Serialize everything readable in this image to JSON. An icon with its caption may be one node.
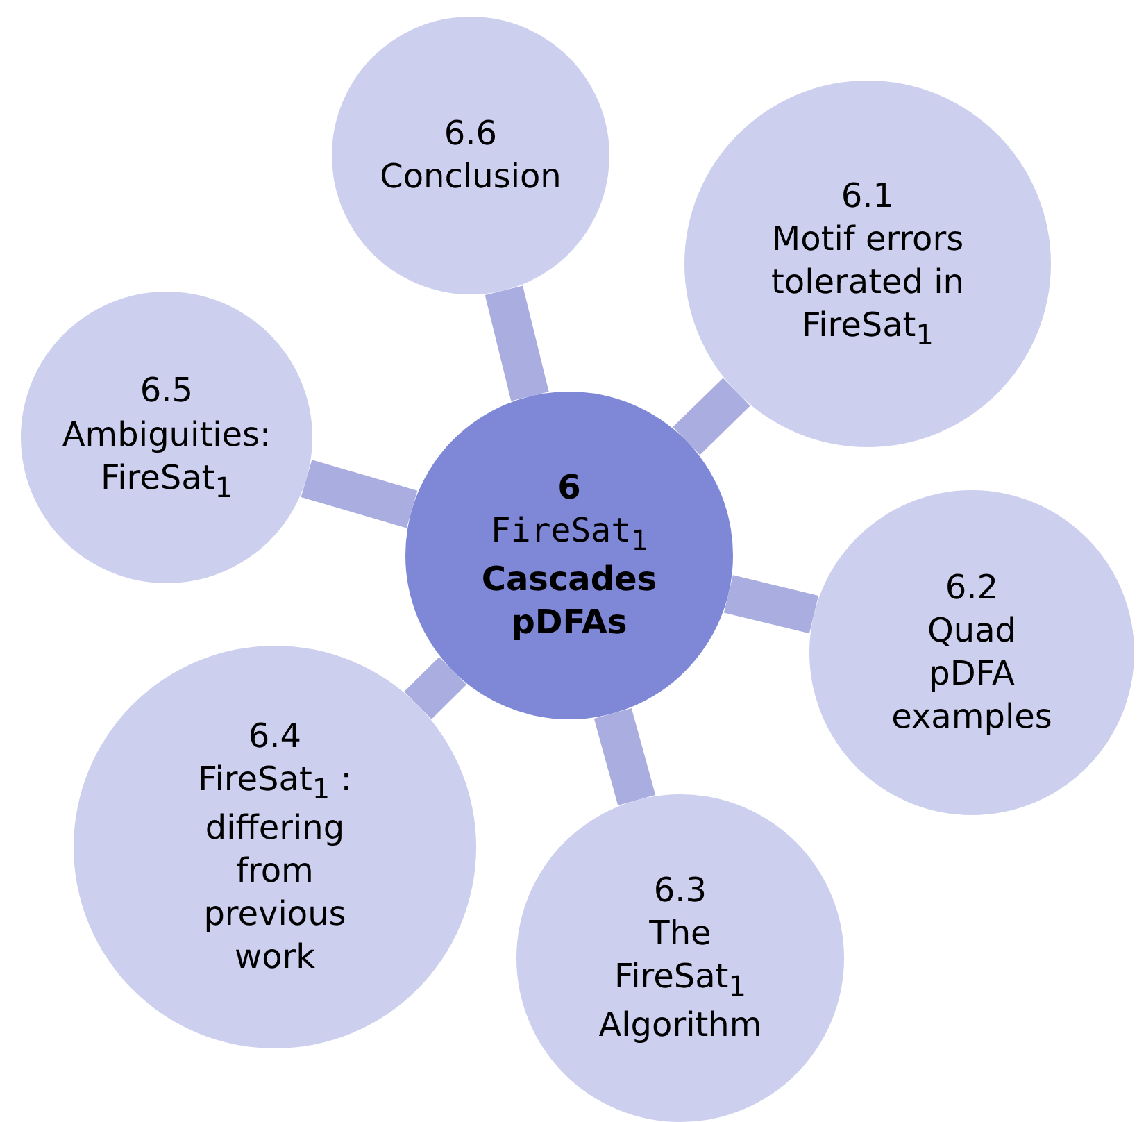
{
  "diagram": {
    "nodes": [
      {
        "text": [
          "6",
          "FireSat$_{1}$",
          "Cascades pDFAs"
        ]
      },
      {
        "text": [
          "6.1",
          "Motif errors tolerated in FireSat$_{1}$"
        ]
      },
      {
        "text": [
          "6.2",
          "Quad pDFA examples"
        ]
      },
      {
        "text": [
          "6.3",
          "The FireSat$_{1}$ Algorithm"
        ]
      },
      {
        "text": [
          "6.4",
          "FireSat$_{1}$ : differing from previous work"
        ]
      },
      {
        "text": [
          "6.5",
          "Ambiguities: FireSat$_{1}$"
        ]
      },
      {
        "text": [
          "6.6",
          "Conclusion"
        ]
      }
    ],
    "edges": [
      {
        "from": 0,
        "to": 1,
        "arrow": "none"
      },
      {
        "from": 0,
        "to": 2,
        "arrow": "none"
      },
      {
        "from": 0,
        "to": 3,
        "arrow": "none"
      },
      {
        "from": 0,
        "to": 4,
        "arrow": "none"
      },
      {
        "from": 0,
        "to": 5,
        "arrow": "none"
      },
      {
        "from": 0,
        "to": 6,
        "arrow": "none"
      }
    ]
  }
}
